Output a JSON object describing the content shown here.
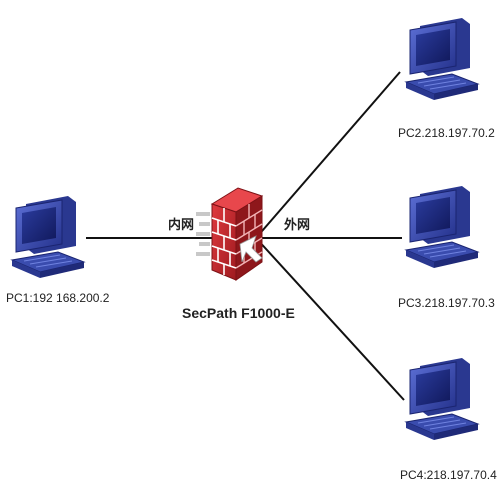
{
  "firewall": {
    "name": "SecPath F1000-E",
    "icon": "firewall-icon"
  },
  "zones": {
    "inside": "内网",
    "outside": "外网"
  },
  "hosts": [
    {
      "id": "pc1",
      "label": "PC1:192 168.200.2",
      "icon": "computer-icon"
    },
    {
      "id": "pc2",
      "label": "PC2.218.197.70.2",
      "icon": "computer-icon"
    },
    {
      "id": "pc3",
      "label": "PC3.218.197.70.3",
      "icon": "computer-icon"
    },
    {
      "id": "pc4",
      "label": "PC4:218.197.70.4",
      "icon": "computer-icon"
    }
  ],
  "colors": {
    "computer": "#3b4fb3",
    "computer_dark": "#1f2a78",
    "brick": "#c0262b",
    "mortar": "#ffffff",
    "link": "#111111"
  }
}
